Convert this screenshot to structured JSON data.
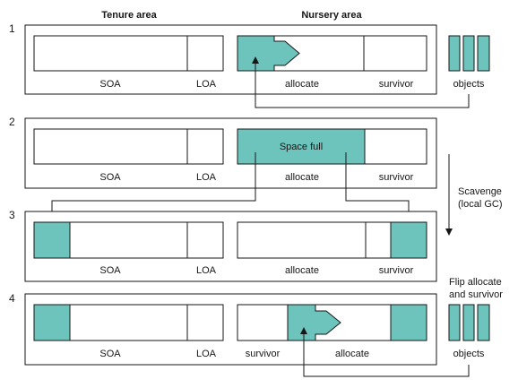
{
  "headers": {
    "tenure": "Tenure area",
    "nursery": "Nursery area"
  },
  "steps": [
    {
      "number": "1",
      "labels": {
        "soa": "SOA",
        "loa": "LOA",
        "allocate": "allocate",
        "survivor": "survivor",
        "objects": "objects"
      }
    },
    {
      "number": "2",
      "labels": {
        "soa": "SOA",
        "loa": "LOA",
        "allocate": "allocate",
        "survivor": "survivor",
        "space_full": "Space full"
      }
    },
    {
      "number": "3",
      "labels": {
        "soa": "SOA",
        "loa": "LOA",
        "allocate": "allocate",
        "survivor": "survivor"
      }
    },
    {
      "number": "4",
      "labels": {
        "soa": "SOA",
        "loa": "LOA",
        "survivor": "survivor",
        "allocate": "allocate",
        "objects": "objects"
      }
    }
  ],
  "side_notes": {
    "scavenge_line1": "Scavenge",
    "scavenge_line2": "(local GC)",
    "flip_line1": "Flip allocate",
    "flip_line2": "and survivor"
  },
  "colors": {
    "fill": "#6cc4bd",
    "stroke": "#161616"
  }
}
